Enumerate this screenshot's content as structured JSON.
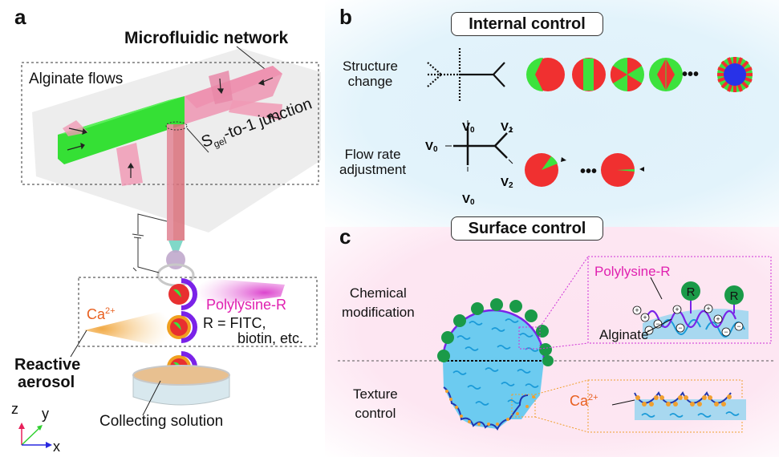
{
  "figure": {
    "panels": {
      "a": {
        "label": "a",
        "title": "Microfluidic network",
        "alginate_flows": "Alginate flows",
        "junction_label": {
          "prefix": "S",
          "subscript": "gel",
          "suffix": "-to-1 junction"
        },
        "aerosol_label_line1": "Reactive",
        "aerosol_label_line2": "aerosol",
        "calcium_label": {
          "base": "Ca",
          "superscript": "2+"
        },
        "polylysine_label": "Polylysine-R",
        "r_definition_line1": "R = FITC,",
        "r_definition_line2": "biotin, etc.",
        "collecting_label": "Collecting solution",
        "axes": {
          "z": "z",
          "y": "y",
          "x": "x"
        },
        "colors": {
          "channel_pink": "#f0a0b8",
          "channel_green": "#3de23d",
          "polylysine_magenta": "#e020c0",
          "calcium_orange": "#f0a040",
          "droplet_red": "#e83030",
          "shell_purple": "#7a22e8"
        }
      },
      "b": {
        "label": "b",
        "header": "Internal control",
        "row1_label_line1": "Structure",
        "row1_label_line2": "change",
        "row2_label_line1": "Flow rate",
        "row2_label_line2": "adjustment",
        "velocities": {
          "v0": "V",
          "v0_sub": "0",
          "v1": "V",
          "v1_sub": "1",
          "v2": "V",
          "v2_sub": "2"
        },
        "ellipsis": "•••"
      },
      "c": {
        "label": "c",
        "header": "Surface control",
        "row1_label_line1": "Chemical",
        "row1_label_line2": "modification",
        "row2_label_line1": "Texture",
        "row2_label_line2": "control",
        "inset1_polylysine": "Polylysine-R",
        "inset1_r": "R",
        "inset1_alginate": "Alginate",
        "inset2_calcium": {
          "base": "Ca",
          "superscript": "2+"
        },
        "plus_sign": "+",
        "minus_sign": "−"
      }
    }
  }
}
